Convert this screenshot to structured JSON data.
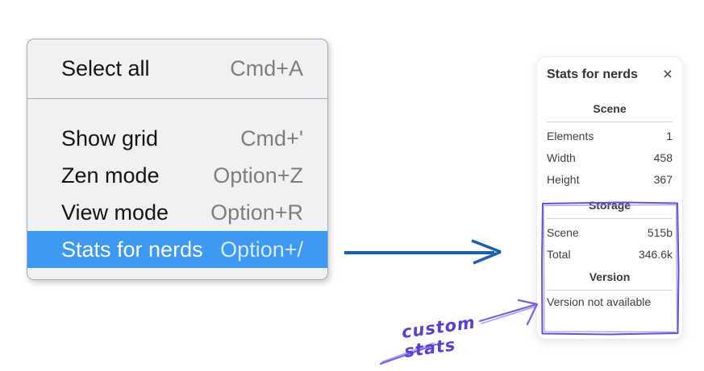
{
  "context_menu": {
    "items": [
      {
        "label": "Select all",
        "shortcut": "Cmd+A"
      },
      {
        "label": "Show grid",
        "shortcut": "Cmd+'"
      },
      {
        "label": "Zen mode",
        "shortcut": "Option+Z"
      },
      {
        "label": "View mode",
        "shortcut": "Option+R"
      },
      {
        "label": "Stats for nerds",
        "shortcut": "Option+/"
      }
    ],
    "highlighted_item": "Stats for nerds",
    "highlight_color": "#3d99f2"
  },
  "stats_panel": {
    "title": "Stats for nerds",
    "sections": [
      {
        "heading": "Scene",
        "rows": [
          {
            "label": "Elements",
            "value": "1"
          },
          {
            "label": "Width",
            "value": "458"
          },
          {
            "label": "Height",
            "value": "367"
          }
        ]
      },
      {
        "heading": "Storage",
        "rows": [
          {
            "label": "Scene",
            "value": "515b"
          },
          {
            "label": "Total",
            "value": "346.6k"
          }
        ]
      },
      {
        "heading": "Version",
        "note": "Version not available"
      }
    ]
  },
  "annotation": {
    "label": "custom stats",
    "text_color": "#5b3fd0",
    "box_color": "#6a4fd0"
  },
  "connector_arrow": {
    "color": "#1d5fa8"
  },
  "icons": {
    "close": "×"
  }
}
